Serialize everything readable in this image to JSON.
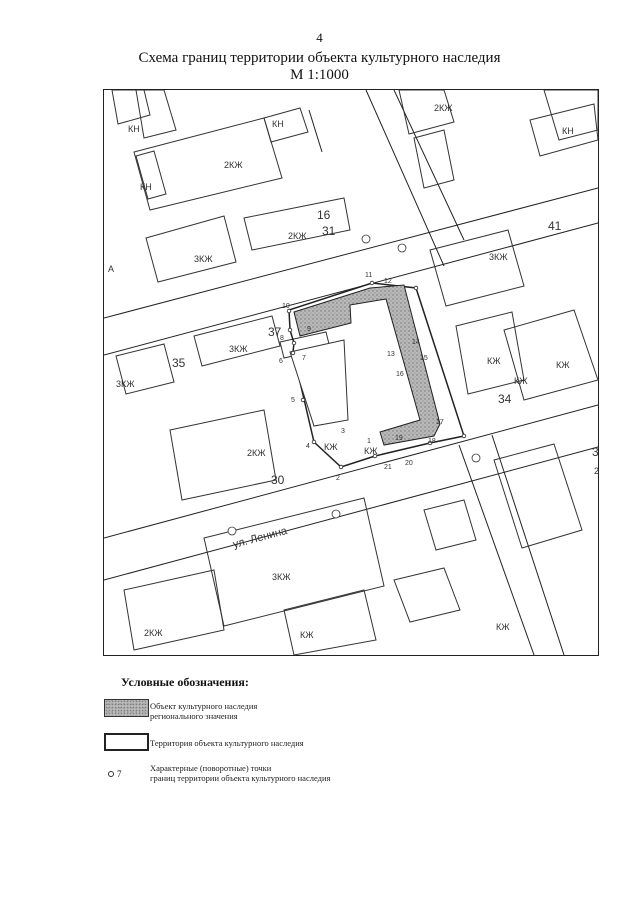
{
  "page": {
    "number": "4"
  },
  "title": {
    "line1": "Схема границ территории объекта культурного наследия",
    "line2": "М 1:1000"
  },
  "map": {
    "street_label": "ул. Ленина",
    "house_numbers": [
      "16",
      "31",
      "37",
      "35",
      "41",
      "34",
      "30",
      "3"
    ],
    "building_codes": {
      "kn": "КН",
      "kzh2": "2КЖ",
      "kzh3": "3КЖ",
      "kzh": "КЖ"
    },
    "misc_labels": {
      "a": "А"
    },
    "boundary_points": [
      "1",
      "2",
      "3",
      "4",
      "5",
      "6",
      "7",
      "8",
      "9",
      "10",
      "11",
      "12",
      "13",
      "14",
      "15",
      "16",
      "17",
      "18",
      "19",
      "20",
      "21"
    ]
  },
  "legend": {
    "title": "Условные обозначения:",
    "items": [
      {
        "line1": "Объект культурного наследия",
        "line2": "регионального значения"
      },
      {
        "line1": "Территория объекта культурного наследия"
      },
      {
        "line1": "Характерные (поворотные) точки",
        "line2": "границ территории объекта культурного наследия",
        "symbol_number": "7"
      }
    ]
  },
  "colors": {
    "heritage_fill": "#b9b9b9",
    "lines": "#222222"
  }
}
